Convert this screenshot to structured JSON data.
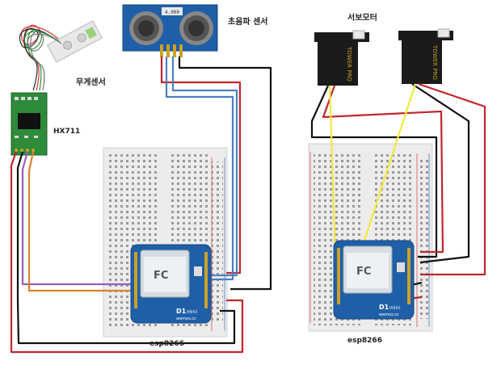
{
  "labels": {
    "load_cell": "무게센서",
    "hx711": "HX711",
    "ultrasonic": "초음파 센서",
    "ultrasonic_chip": "4.000",
    "servo": "서보모터",
    "servo_brand": "TOWER PRO",
    "board_left": "esp8266",
    "board_right": "esp8266",
    "d1_mini": "D1",
    "d1_mini_sub": "mini",
    "wemos": "wemos.cc"
  },
  "colors": {
    "wire_red": "#c0262c",
    "wire_black": "#111111",
    "wire_blue": "#4a7fc0",
    "wire_yellow": "#f0ea3c",
    "wire_orange": "#d9822b",
    "wire_purple": "#9a5cc0",
    "board_blue": "#1f5fa8",
    "pcb_green": "#2e8b3a",
    "breadboard": "#ececec"
  }
}
